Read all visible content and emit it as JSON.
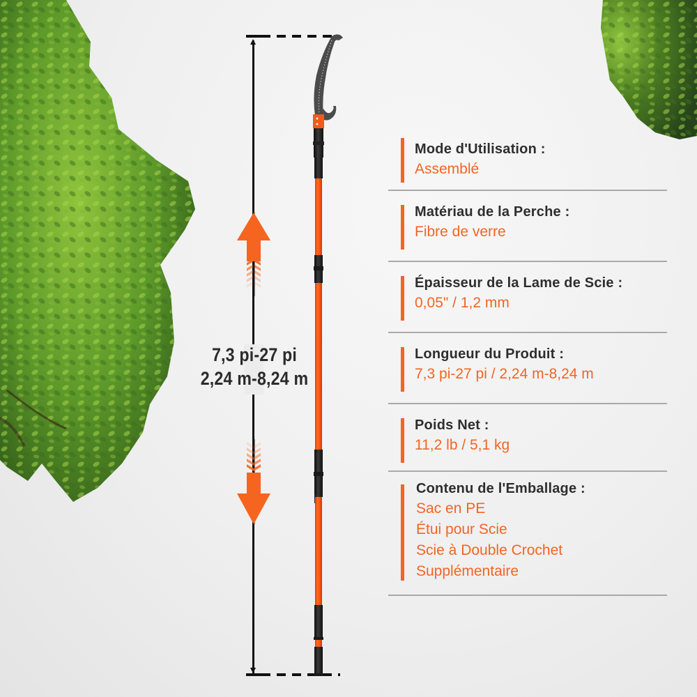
{
  "colors": {
    "accent": "#f26522",
    "title_text": "#2e2e2e",
    "divider": "#a9a9a9",
    "background": "#efefef",
    "pole_orange": "#ff5a14",
    "pole_black": "#1c1c1c",
    "blade_gray": "#4a4a4a",
    "foliage_light": "#8cc63f",
    "foliage_dark": "#2f5a18"
  },
  "dimension": {
    "line1": "7,3 pi-27 pi",
    "line2": "2,24 m-8,24 m",
    "icons": [
      "arrow-up-icon",
      "arrow-down-icon"
    ]
  },
  "specs": [
    {
      "title": "Mode d'Utilisation :",
      "values": [
        "Assemblé"
      ]
    },
    {
      "title": "Matériau de la Perche :",
      "values": [
        "Fibre de verre"
      ]
    },
    {
      "title": "Épaisseur de la Lame de Scie :",
      "values": [
        "0,05\" / 1,2 mm"
      ]
    },
    {
      "title": "Longueur du Produit :",
      "values": [
        "7,3 pi-27 pi / 2,24 m-8,24 m"
      ]
    },
    {
      "title": "Poids Net :",
      "values": [
        "11,2 lb / 5,1 kg"
      ]
    },
    {
      "title": "Contenu de l'Emballage :",
      "values": [
        "Sac en PE",
        "Étui pour Scie",
        "Scie à Double Crochet",
        "Supplémentaire"
      ]
    }
  ],
  "images": {
    "left_tree": "tree-foliage-left",
    "right_tree": "tree-foliage-top-right",
    "product": "telescopic-pole-saw"
  }
}
